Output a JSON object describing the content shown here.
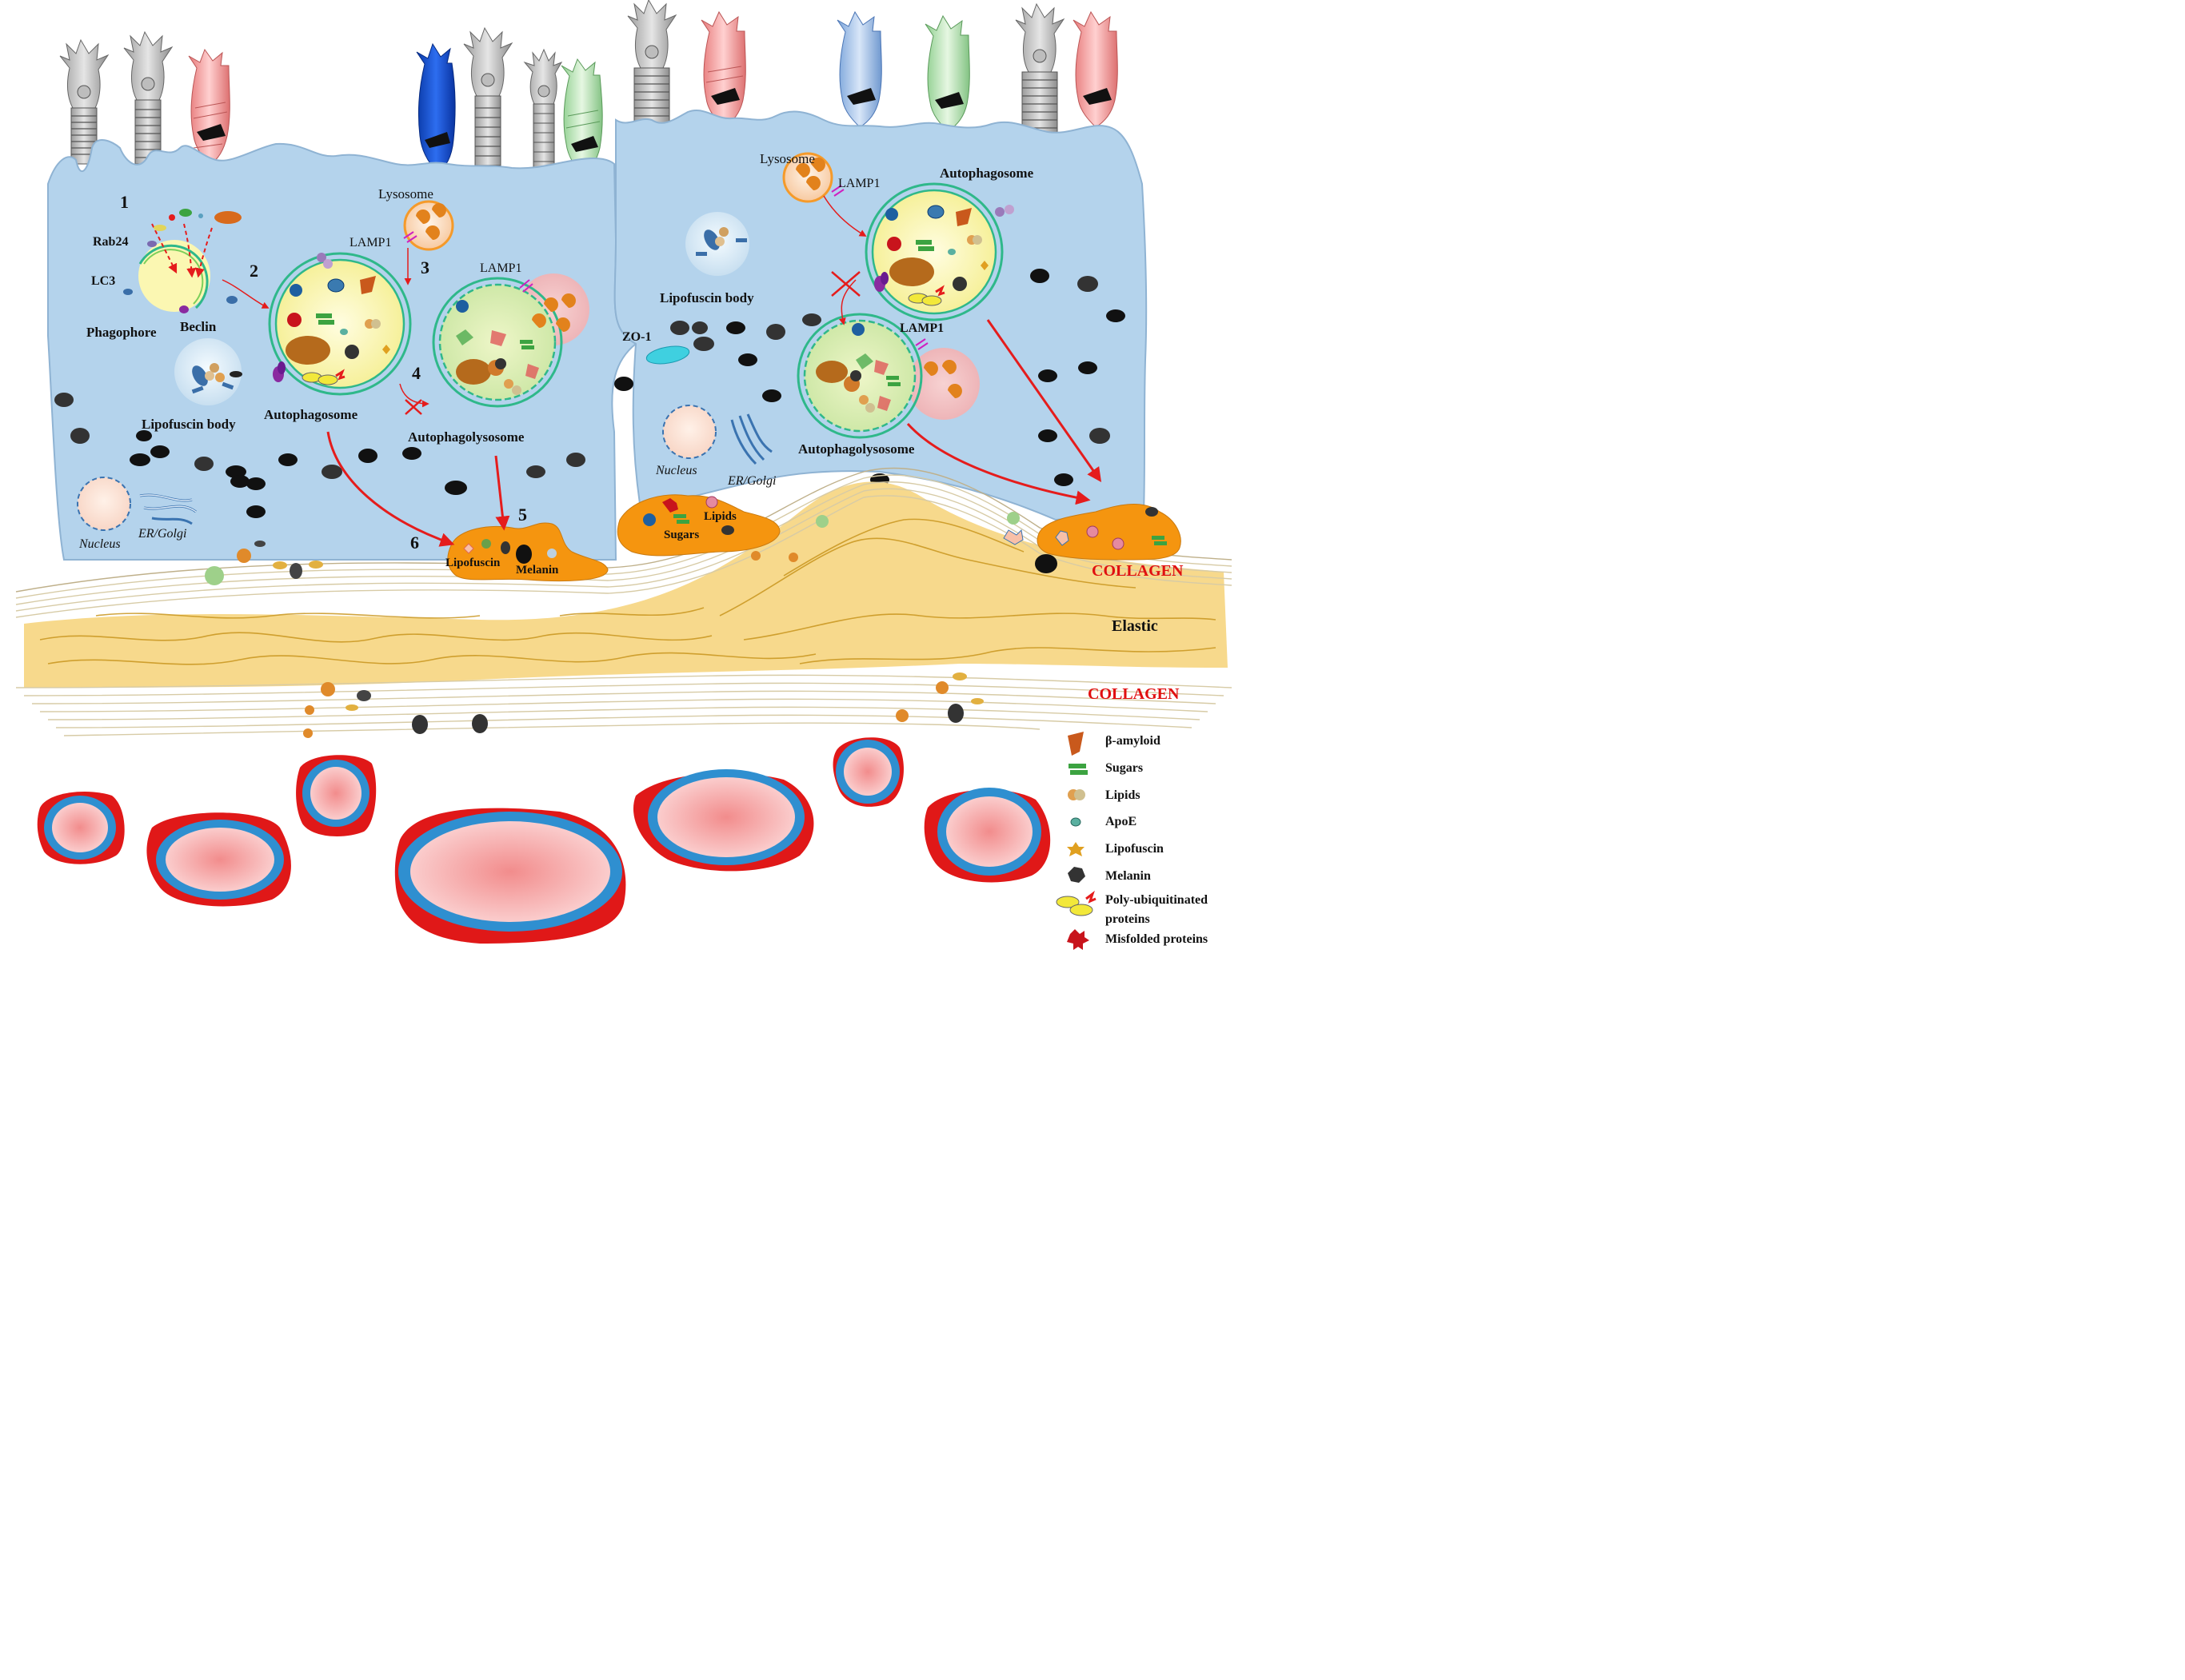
{
  "labels": {
    "n1": "1",
    "n2": "2",
    "n3": "3",
    "n4": "4",
    "n5": "5",
    "n6": "6",
    "rab24": "Rab24",
    "lc3": "LC3",
    "phagophore": "Phagophore",
    "beclin": "Beclin",
    "lysosome_left": "Lysosome",
    "lamp1_left_a": "LAMP1",
    "lamp1_left_b": "LAMP1",
    "autophagosome_left": "Autophagosome",
    "autophagolysosome_left": "Autophagolysosome",
    "lipofuscin_body_left": "Lipofuscin body",
    "nucleus_left": "Nucleus",
    "er_golgi_left": "ER/Golgi",
    "lipofuscin_deposit": "Lipofuscin",
    "melanin_deposit": "Melanin",
    "lysosome_right": "Lysosome",
    "lamp1_right_a": "LAMP1",
    "lamp1_right_b": "LAMP1",
    "autophagosome_right": "Autophagosome",
    "autophagolysosome_right": "Autophagolysosome",
    "lipofuscin_body_right": "Lipofuscin body",
    "zo1": "ZO-1",
    "nucleus_right": "Nucleus",
    "er_golgi_right": "ER/Golgi",
    "lipids_deposit": "Lipids",
    "sugars_deposit": "Sugars",
    "collagen_top": "COLLAGEN",
    "elastic": "Elastic",
    "collagen_bottom": "COLLAGEN"
  },
  "legend": {
    "beta_amyloid": "β-amyloid",
    "sugars": "Sugars",
    "lipids": "Lipids",
    "apoe": "ApoE",
    "lipofuscin": "Lipofuscin",
    "melanin": "Melanin",
    "polyub_line1": "Poly-ubiquitinated",
    "polyub_line2": "proteins",
    "misfolded": "Misfolded proteins"
  },
  "colors": {
    "cell": "#b4d3ec",
    "cell_edge": "#8fb3d3",
    "autophagosome_fill": "#fbf7b2",
    "membrane": "#2fb88a",
    "lysosome": "#f59a2a",
    "deposit": "#f5950f",
    "elastic": "#f7d98c",
    "collagen": "#efe7cf",
    "arrow": "#e51c1c",
    "vessel_blue": "#2f8fd0",
    "vessel_red": "#e01818",
    "vessel_lumen": "#f6b5b5",
    "melanin": "#111111"
  },
  "photoreceptor_colors": [
    "gray",
    "gray",
    "pink",
    "blue",
    "gray",
    "gray",
    "green",
    "gray",
    "pink",
    "blue",
    "green",
    "gray",
    "pink"
  ]
}
